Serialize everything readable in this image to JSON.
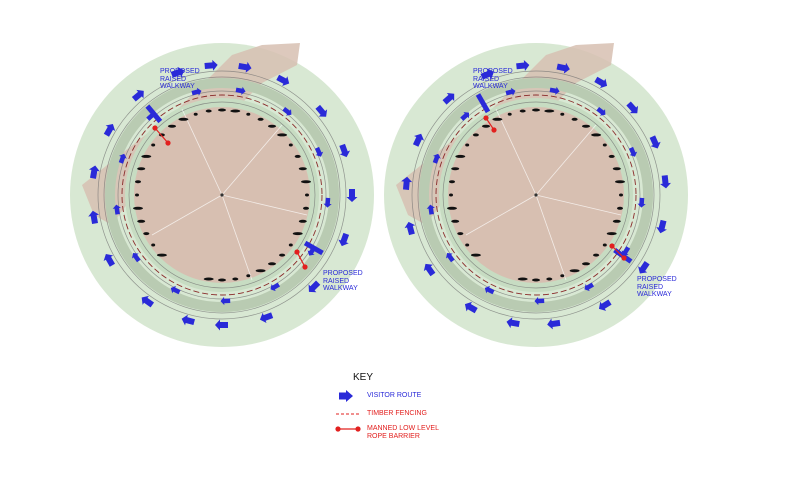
{
  "callouts": {
    "left_top": "PROPOSED\nRAISED\nWALKWAY",
    "left_bottom": "PROPOSED\nRAISED\nWALKWAY",
    "right_top": "PROPOSED\nRAISED\nWALKWAY",
    "right_bottom": "PROPOSED\nRAISED\nWALKWAY"
  },
  "key": {
    "title": "KEY",
    "items": [
      {
        "label": "VISITOR ROUTE",
        "color": "#2a2ad8",
        "symbol": "arrow"
      },
      {
        "label": "TIMBER FENCING",
        "color": "#e2201f",
        "symbol": "dashed-line"
      },
      {
        "label": "MANNED LOW LEVEL\nROPE BARRIER",
        "color": "#e2201f",
        "symbol": "rope-barrier"
      }
    ]
  },
  "colors": {
    "outer_field": "#d8e8d3",
    "ground": "#d7bfb1",
    "route": "#2a2ad8",
    "barrier": "#e2201f",
    "stones": "#111111"
  }
}
